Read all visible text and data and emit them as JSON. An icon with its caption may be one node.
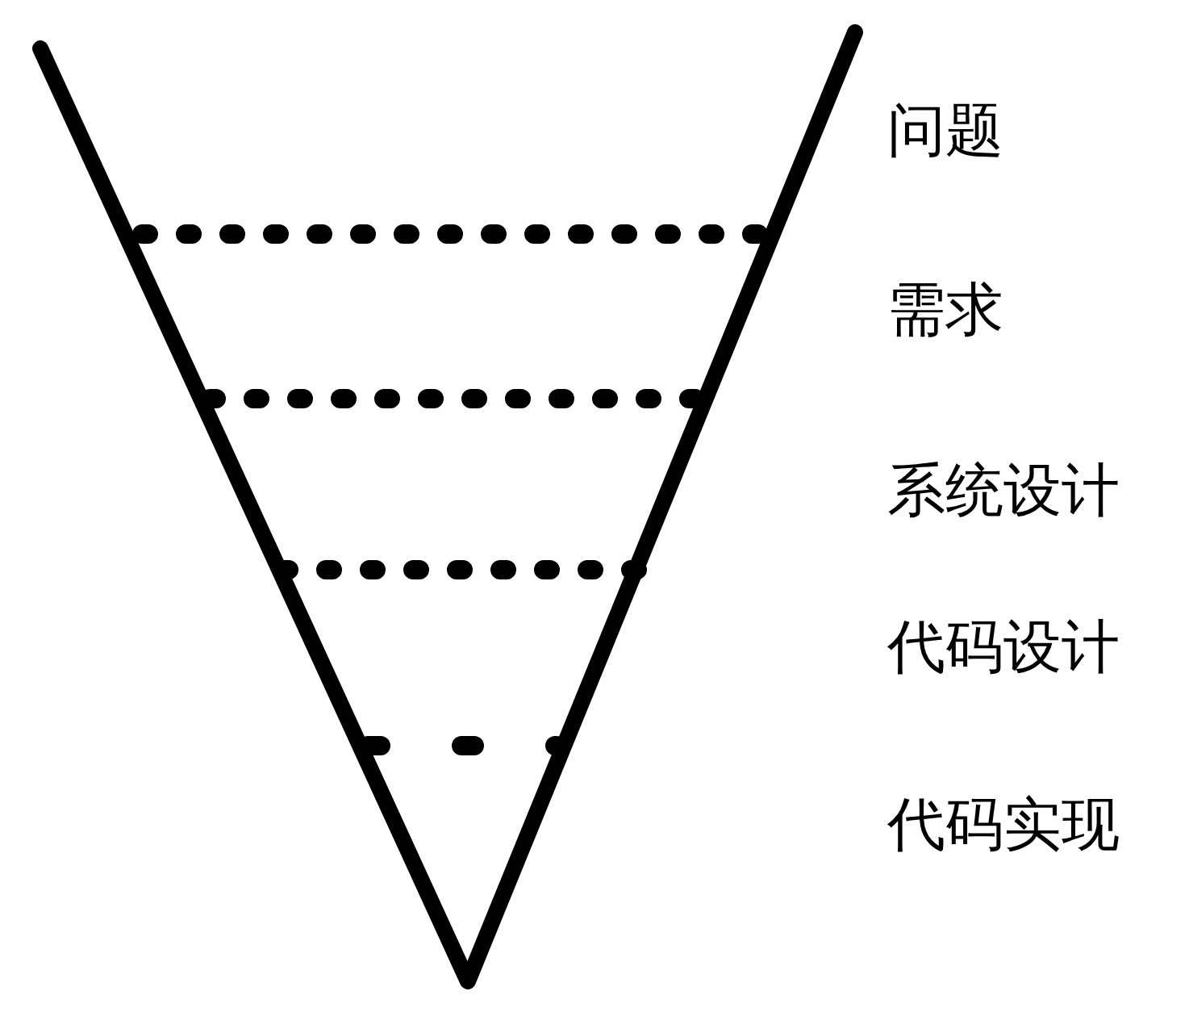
{
  "diagram": {
    "labels": [
      "问题",
      "需求",
      "系统设计",
      "代码设计",
      "代码实现"
    ]
  }
}
